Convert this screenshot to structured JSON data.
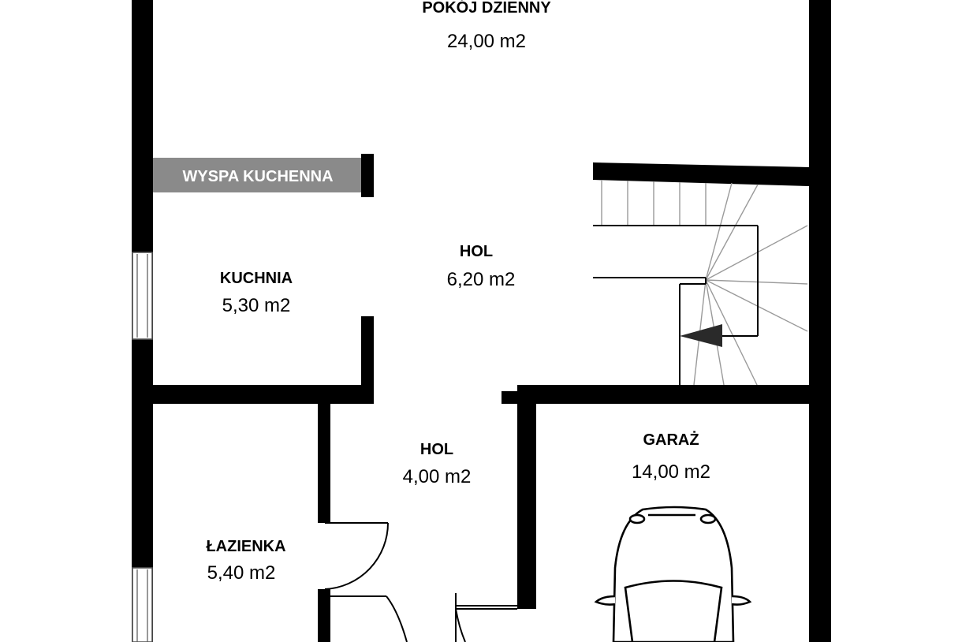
{
  "rooms": {
    "pokoj_dzienny": {
      "name": "POKÓJ DZIENNY",
      "area": "24,00 m2"
    },
    "hol_upper": {
      "name": "HOL",
      "area": "6,20 m2"
    },
    "kuchnia": {
      "name": "KUCHNIA",
      "area": "5,30 m2"
    },
    "hol_lower": {
      "name": "HOL",
      "area": "4,00 m2"
    },
    "garaz": {
      "name": "GARAŻ",
      "area": "14,00 m2"
    },
    "lazienka": {
      "name": "ŁAZIENKA",
      "area": "5,40 m2"
    }
  },
  "kitchen_island": {
    "label": "WYSPA KUCHENNA",
    "color": "#8a8a8a"
  },
  "colors": {
    "wall": "#000000",
    "background": "#ffffff",
    "stairs": "#9a9a9a"
  },
  "icons": [
    "stair-direction-arrow-icon",
    "car-icon",
    "window-icon",
    "door-swing-icon"
  ]
}
